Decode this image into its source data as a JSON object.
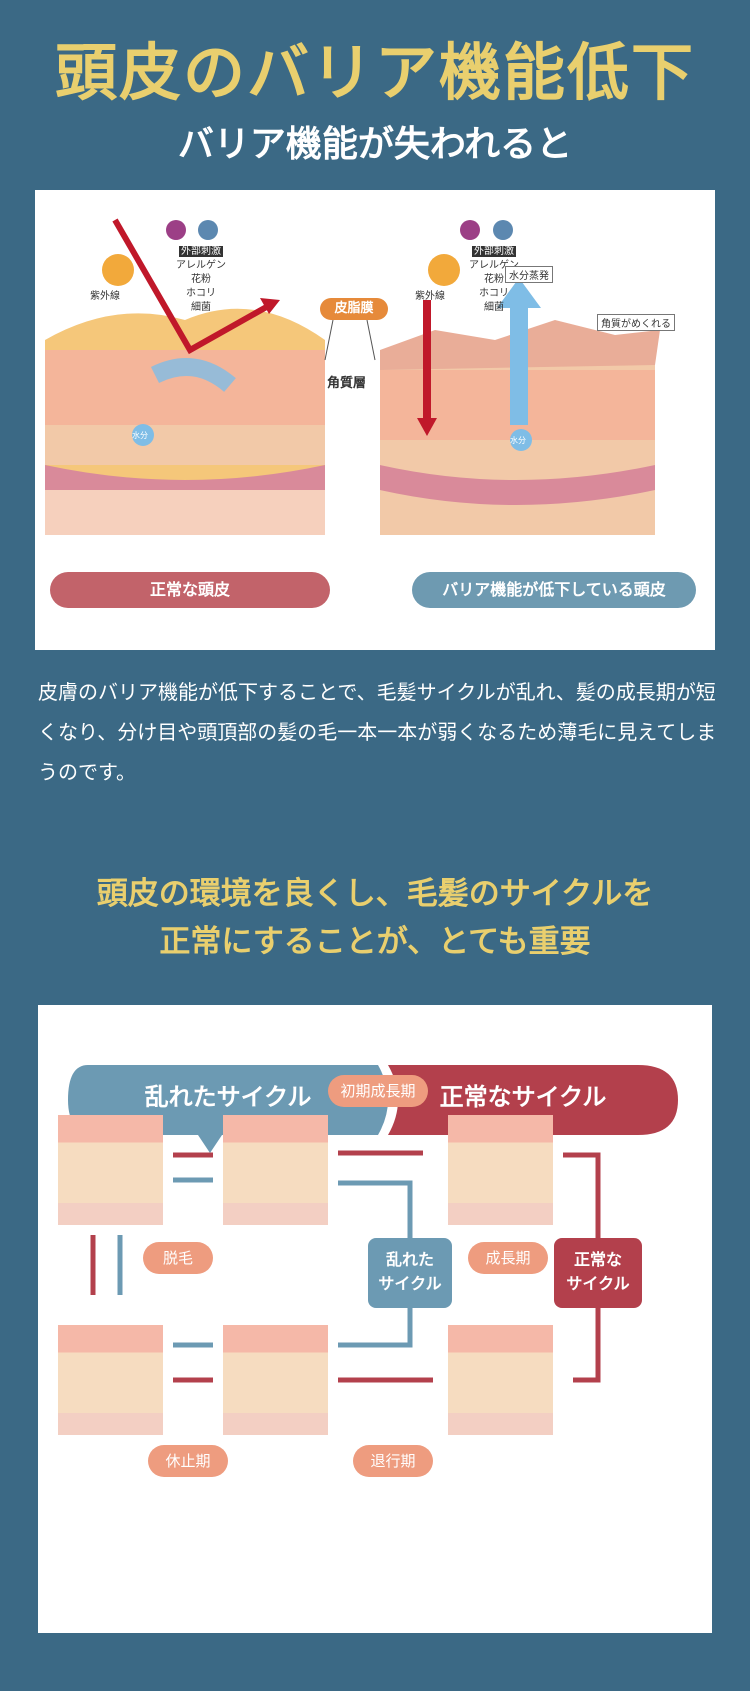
{
  "header": {
    "title": "頭皮のバリア機能低下",
    "subtitle": "バリア機能が失われると"
  },
  "skin_diagram": {
    "uv_label": "紫外線",
    "external_tag": "外部刺激",
    "external_items": [
      "アレルゲン",
      "花粉",
      "ホコリ",
      "細菌"
    ],
    "sebum_label": "皮脂膜",
    "stratum_label": "角質層",
    "moisture_label": "水分",
    "evaporation_label": "水分蒸発",
    "peeling_label": "角質がめくれる",
    "normal_caption": "正常な頭皮",
    "damaged_caption": "バリア機能が低下している頭皮",
    "colors": {
      "normal": "#c2636a",
      "damaged": "#6e9ab1",
      "arrow": "#c0182a",
      "water": "#7fbde6",
      "sebum": "#e68a3a"
    }
  },
  "body_text": "皮膚のバリア機能が低下することで、毛髪サイクルが乱れ、髪の成長期が短くなり、分け目や頭頂部の髪の毛一本一本が弱くなるため薄毛に見えてしまうのです。",
  "emphasis": {
    "line1": "頭皮の環境を良くし、毛髪のサイクルを",
    "line2": "正常にすることが、とても重要"
  },
  "cycle_diagram": {
    "disturbed_tab": "乱れたサイクル",
    "normal_tab": "正常なサイクル",
    "stages": {
      "early_growth": "初期成長期",
      "growth": "成長期",
      "regression": "退行期",
      "rest": "休止期",
      "shedding": "脱毛"
    },
    "disturbed_box": [
      "乱れた",
      "サイクル"
    ],
    "normal_box": [
      "正常な",
      "サイクル"
    ],
    "colors": {
      "disturbed": "#6c9ab3",
      "normal": "#b3404c",
      "stage": "#ee9c7f"
    }
  }
}
